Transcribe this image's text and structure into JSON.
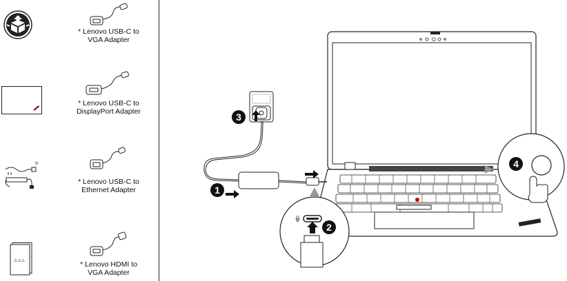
{
  "accessories": [
    {
      "caption_line1": "* Lenovo USB-C to",
      "caption_line2": "VGA Adapter"
    },
    {
      "caption_line1": "* Lenovo USB-C to",
      "caption_line2": "DisplayPort Adapter"
    },
    {
      "caption_line1": "* Lenovo USB-C to",
      "caption_line2": "Ethernet Adapter"
    },
    {
      "caption_line1": "* Lenovo HDMI to",
      "caption_line2": "VGA Adapter"
    }
  ],
  "side_items": {
    "power_cord_asterisk": "*",
    "manuals_text": "⚠⚠⚠"
  },
  "steps": [
    "1",
    "2",
    "3",
    "4"
  ]
}
